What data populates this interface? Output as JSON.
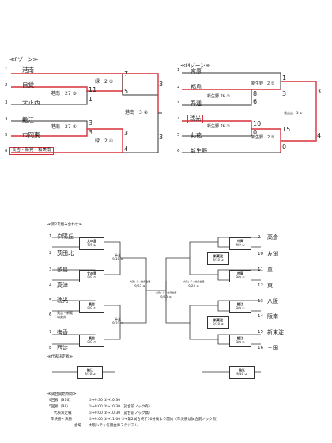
{
  "colors": {
    "winner_line": "#d8303a",
    "line": "#333333"
  },
  "f_zone": {
    "title": "≪Fゾーン≫",
    "teams": [
      {
        "seed": "1",
        "name": "港南"
      },
      {
        "seed": "2",
        "name": "自覚"
      },
      {
        "seed": "3",
        "name": "大正西"
      },
      {
        "seed": "4",
        "name": "鯰江"
      },
      {
        "seed": "5",
        "name": "市岡東"
      },
      {
        "seed": "6",
        "name": "長吉・新晃・和美南"
      }
    ],
    "scores": {
      "r1a_label": "緑　2 ②",
      "r1a_top": "7",
      "r1a_bot": "5",
      "r1b_label": "港南　27 ③",
      "r1b_top": "11",
      "r1b_bot": "1",
      "r1c_label": "港南　27 ④",
      "r1c_top": "3",
      "r1c_bot": "3",
      "r1d_label": "緑　2 ④",
      "r1d_top": "3",
      "r1d_bot": "4",
      "final_label": "港南　3 ②",
      "final_top": "3",
      "final_bot": "3"
    }
  },
  "m_zone": {
    "title": "≪Mゾーン≫",
    "teams": [
      {
        "seed": "1",
        "name": "宮原"
      },
      {
        "seed": "2",
        "name": "都島"
      },
      {
        "seed": "3",
        "name": "吾逓"
      },
      {
        "seed": "4",
        "name": "瑞光"
      },
      {
        "seed": "5",
        "name": "此花"
      },
      {
        "seed": "6",
        "name": "新生野"
      }
    ],
    "scores": {
      "r1a_label": "新生野　2 ①",
      "r1a_top": "1",
      "r1a_bot": "3",
      "r1b_label": "新生野 26 ②",
      "r1b_top": "8",
      "r1b_bot": "6",
      "r1c_label": "新生野 26 ②",
      "r1c_top": "10",
      "r1c_bot": "0",
      "r1d_label": "新生野　2 ②",
      "r1d_top": "15",
      "r1d_bot": "0",
      "final_label": "長吉吉　3 ①",
      "final_top": "3",
      "final_bot": "4"
    }
  },
  "second": {
    "title": "≪第2次組み合わせ≫",
    "left_teams": [
      {
        "seed": "1",
        "name": "夕陽丘"
      },
      {
        "seed": "2",
        "name": "茨田北"
      },
      {
        "seed": "3",
        "name": "歌島"
      },
      {
        "seed": "4",
        "name": "高津"
      },
      {
        "seed": "5",
        "name": "瑞光"
      },
      {
        "seed": "6",
        "name": "長吉・新晃\n和美南"
      },
      {
        "seed": "7",
        "name": "梅香"
      },
      {
        "seed": "8",
        "name": "西淀"
      }
    ],
    "right_teams": [
      {
        "seed": "9",
        "name": "高倉"
      },
      {
        "seed": "10",
        "name": "友渕"
      },
      {
        "seed": "11",
        "name": "菫"
      },
      {
        "seed": "12",
        "name": "東"
      },
      {
        "seed": "13",
        "name": "八阪"
      },
      {
        "seed": "14",
        "name": "阪南"
      },
      {
        "seed": "15",
        "name": "新東淀"
      },
      {
        "seed": "16",
        "name": "三国"
      }
    ],
    "boxes": {
      "l1_venue": "文の里",
      "l1_date": "9/9 ①",
      "l2_venue": "文の里",
      "l2_date": "9/9 ②",
      "l3_venue": "長吉",
      "l3_date": "9/9 ①",
      "l4_venue": "長吉",
      "l4_date": "9/9 ②",
      "lq1_venue": "十三",
      "lq1_date": "9/10 ①",
      "lq2_venue": "十三",
      "lq2_date": "9/10 ②",
      "lsemi_venue": "大阪シティ信用金庫",
      "lsemi_date": "9/23 ①",
      "final_venue": "大阪シティ信用金庫",
      "final_date": "9/23 ③",
      "rsemi_venue": "大阪シティ信用金庫",
      "rsemi_date": "9/23 ②",
      "rq1_venue": "新東淀",
      "rq1_date": "9/10 ①",
      "rq2_venue": "新東淀",
      "rq2_date": "9/10 ②",
      "r1_venue": "市岡",
      "r1_date": "9/9 ①",
      "r2_venue": "市岡",
      "r2_date": "9/9 ②",
      "r3_venue": "鯰江",
      "r3_date": "9/9 ①",
      "r4_venue": "鯰江",
      "r4_date": "9/9 ②"
    }
  },
  "rep": {
    "title": "≪代表決定戦≫",
    "l_venue": "鯰江",
    "l_date": "9/16 ①",
    "r_venue": "鯰江",
    "r_date": "9/16 ②"
  },
  "times": {
    "title": "≪試合開始時間≫",
    "rows": [
      {
        "label": "4回戦（B16）",
        "text": "①→9:30 ②→10:30"
      },
      {
        "label": "5回戦（B8）",
        "text": "①→9:00 ②→10:30（試合前ノック有）"
      },
      {
        "label": "代表決定戦",
        "text": "①→9:00 ②→10:30（試合前ノック無）"
      },
      {
        "label": "準決勝・決勝",
        "text": "①→9:00 ②→11:00 ③→第2試合終了50分後より開始（準決勝は試合前ノック有）"
      },
      {
        "label": "会場",
        "text": "大阪シティ信用金庫スタジアム"
      }
    ]
  }
}
